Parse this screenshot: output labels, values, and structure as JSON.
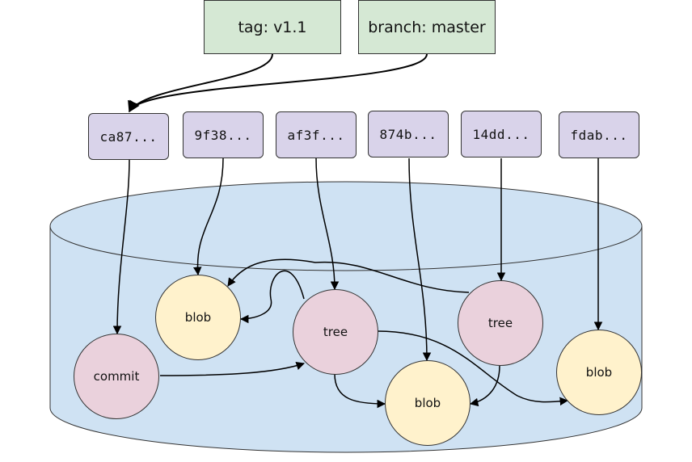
{
  "refs": {
    "tag": "tag: v1.1",
    "branch": "branch: master"
  },
  "hashes": [
    "ca87...",
    "9f38...",
    "af3f...",
    "874b...",
    "14dd...",
    "fdab..."
  ],
  "objects": {
    "commit": "commit",
    "tree_1": "tree",
    "tree_2": "tree",
    "blob_left": "blob",
    "blob_middle": "blob",
    "blob_right": "blob"
  },
  "colors": {
    "ref_fill": "#d5e8d4",
    "hash_fill": "#d9d3ea",
    "database_fill": "#cfe2f3",
    "commit_tree_fill": "#ead1dc",
    "blob_fill": "#fff2cc",
    "stroke": "#000000"
  }
}
